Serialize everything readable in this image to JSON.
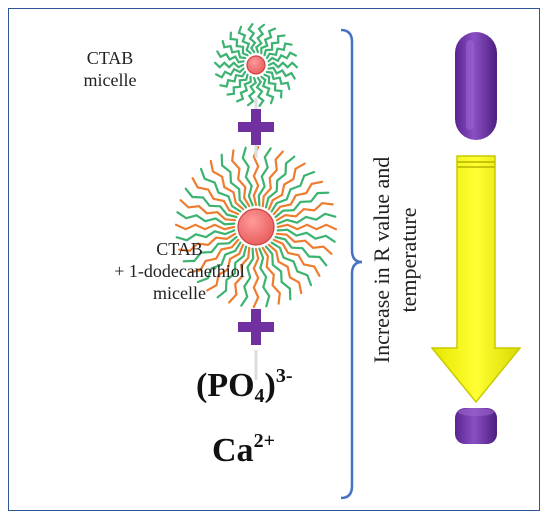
{
  "labels": {
    "micelle1": [
      "CTAB",
      "micelle"
    ],
    "micelle2": [
      "CTAB",
      "+ 1-dodecanethiol",
      "micelle"
    ],
    "phosphate": {
      "base": "(PO",
      "sub": "4",
      "close": ")",
      "sup": "3-"
    },
    "calcium": {
      "base": "Ca",
      "sup": "2+"
    },
    "axis_text": [
      "Increase in R value and",
      "temperature"
    ]
  },
  "colors": {
    "frame": "#2f5597",
    "plus": "#7030a0",
    "core": "#f07a7a",
    "tail_green": "#3cb371",
    "tail_orange": "#ed7d31",
    "capsule": "#7030a0",
    "arrow": "#ffff00",
    "bracket": "#4472c4"
  },
  "icons": [
    "plus-icon",
    "micelle-icon",
    "capsule-icon",
    "arrow-down-icon",
    "disc-icon"
  ]
}
